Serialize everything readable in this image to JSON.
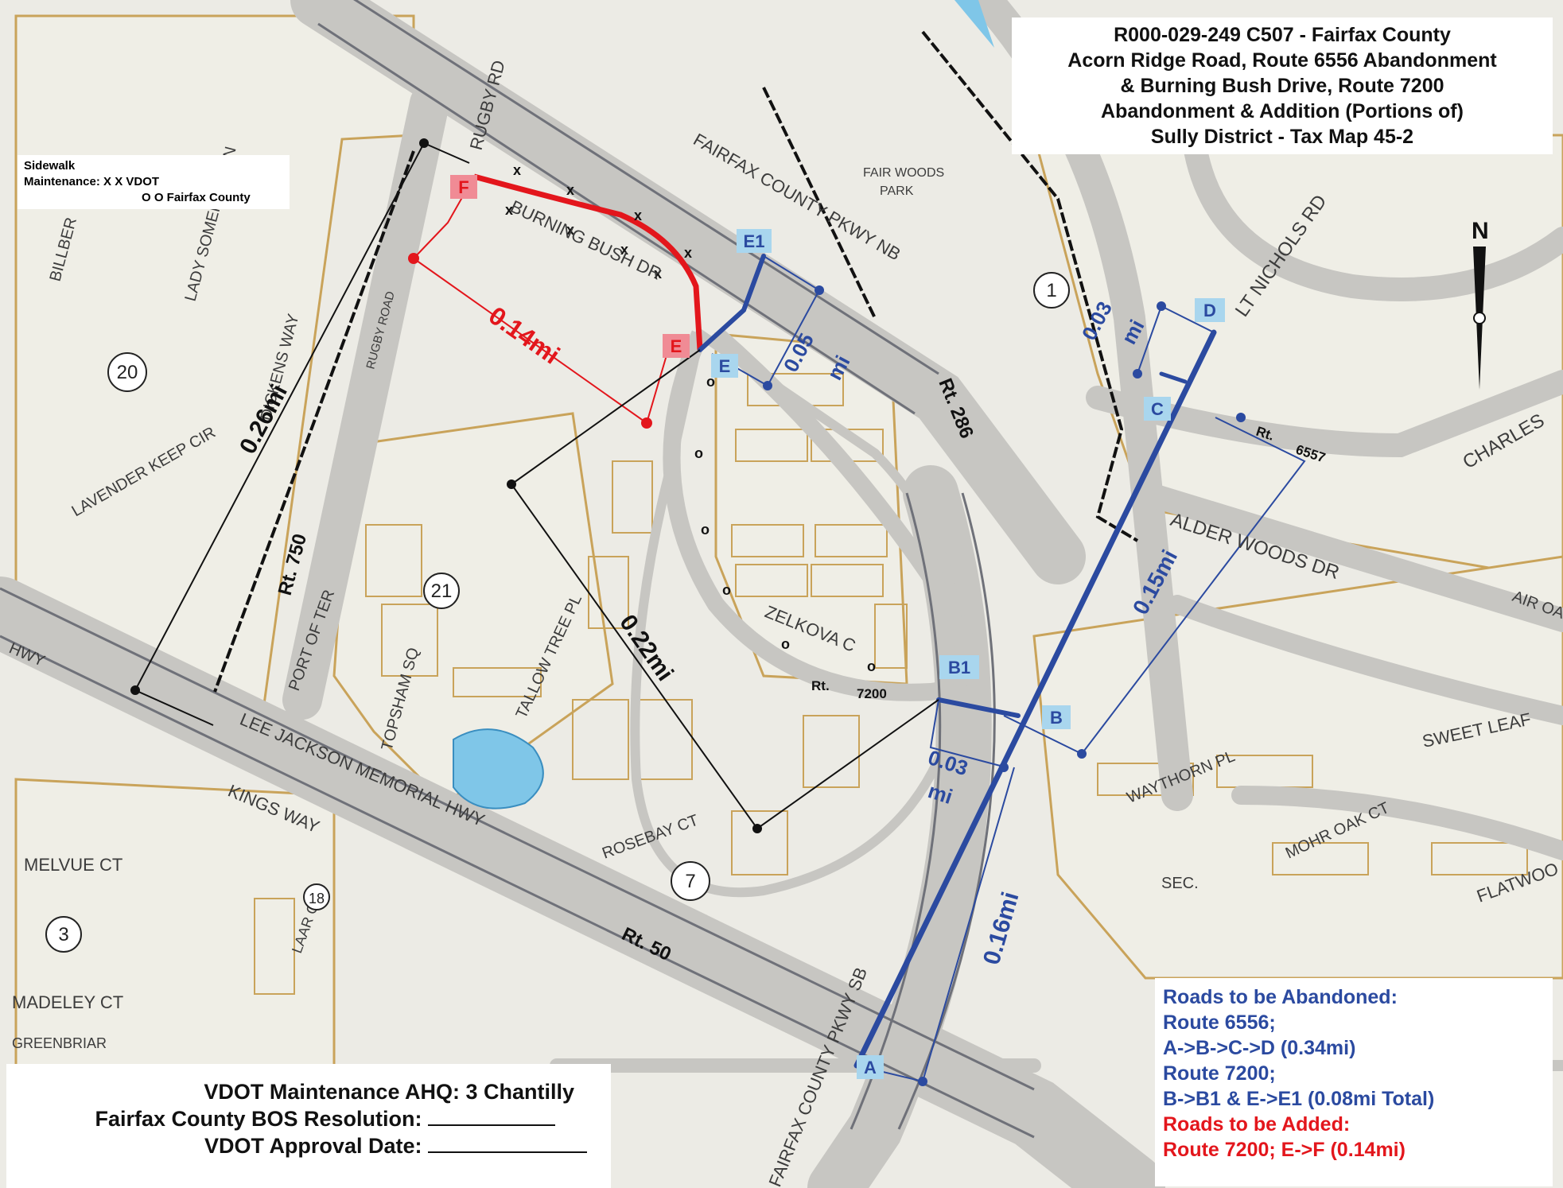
{
  "title": {
    "lines": [
      "R000-029-249 C507 - Fairfax County",
      "Acorn Ridge Road, Route 6556 Abandonment",
      "& Burning Bush Drive, Route 7200",
      "Abandonment & Addition (Portions of)",
      "Sully District  -  Tax Map 45-2"
    ]
  },
  "sidewalk": {
    "heading": "Sidewalk",
    "vdot": "Maintenance: X X VDOT",
    "county": "O O Fairfax County"
  },
  "legend": {
    "abandon_heading": "Roads to be Abandoned:",
    "abandon_route1": "Route 6556;",
    "abandon_segment1": "A->B->C->D (0.34mi)",
    "abandon_route2": "Route 7200;",
    "abandon_segment2": "B->B1 & E->E1 (0.08mi Total)",
    "add_heading": "Roads to be Added:",
    "add_segment": "Route 7200; E->F (0.14mi)"
  },
  "footer": {
    "ahq": "VDOT Maintenance AHQ:  3 Chantilly",
    "resolution": "Fairfax County BOS Resolution:",
    "approval": "VDOT Approval Date:"
  },
  "points": {
    "A": "A",
    "B": "B",
    "B1": "B1",
    "C": "C",
    "D": "D",
    "E": "E",
    "E1": "E1",
    "F": "F",
    "E_red": "E"
  },
  "measurements": {
    "m026": "0.26mi",
    "m014": "0.14mi",
    "m005": "0.05",
    "m005_unit": "mi",
    "m003_top": "0.03",
    "m003_top_unit": "mi",
    "m022": "0.22mi",
    "m003_bottom": "0.03",
    "m003_bottom_unit": "mi",
    "m016": "0.16mi",
    "m015": "0.15mi"
  },
  "route_labels": {
    "rt286": "Rt.      286",
    "rt750": "Rt.      750",
    "rt50": "Rt.      50",
    "rt6557_a": "Rt.",
    "rt6557_b": "6557",
    "rt7200_a": "Rt.",
    "rt7200_b": "7200"
  },
  "streets": {
    "rugby_rd": "RUGBY RD",
    "rugby_road": "RUGBY ROAD",
    "burning_bush": "BURNING BUSH DR",
    "fcp_nb": "FAIRFAX COUNTY PKWY NB",
    "fcp_sb": "FAIRFAX COUNTY PKWY SB",
    "fair_woods_park_1": "FAIR WOODS",
    "fair_woods_park_2": "PARK",
    "lt_nichols": "LT NICHOLS RD",
    "charles": "CHARLES",
    "alder_woods": "ALDER WOODS DR",
    "air_oak": "AIR OA",
    "sweet_leaf": "SWEET LEAF",
    "wakehorn": "WAYTHORN PL",
    "mohr_oak": "MOHR OAK CT",
    "flat_wood": "FLATWOO",
    "zelkova": "ZELKOVA C",
    "tallow_tree": "TALLOW TREE PL",
    "port_of_ter": "PORT OF TER",
    "topsham": "TOPSHAM SQ",
    "lee_jackson": "LEE JACKSON MEMORIAL HWY",
    "kings_way": "KINGS WAY",
    "rosebay": "ROSEBAY CT",
    "melvue": "MELVUE CT",
    "madeley": "MADELEY CT",
    "greenbriar": "GREENBRIAR",
    "lavender": "LAVENDER KEEP CIR",
    "lady_somerset": "LADY SOMERSET LN",
    "dickens": "DICKENS WAY",
    "billber": "BILLBER",
    "hwy": "HWY",
    "laar": "LAAR CT",
    "sec": "SEC."
  },
  "circles": {
    "c1": "1",
    "c20": "20",
    "c21": "21",
    "c7": "7",
    "c3": "3",
    "c18": "18"
  },
  "north": "N",
  "colors": {
    "abandon_blue": "#2b4aa0",
    "add_red": "#e3161c",
    "parcel": "#c9a35a",
    "road": "#c7c6c2",
    "label_bg": "#a9d6ee",
    "red_label_bg": "#f08b95"
  }
}
